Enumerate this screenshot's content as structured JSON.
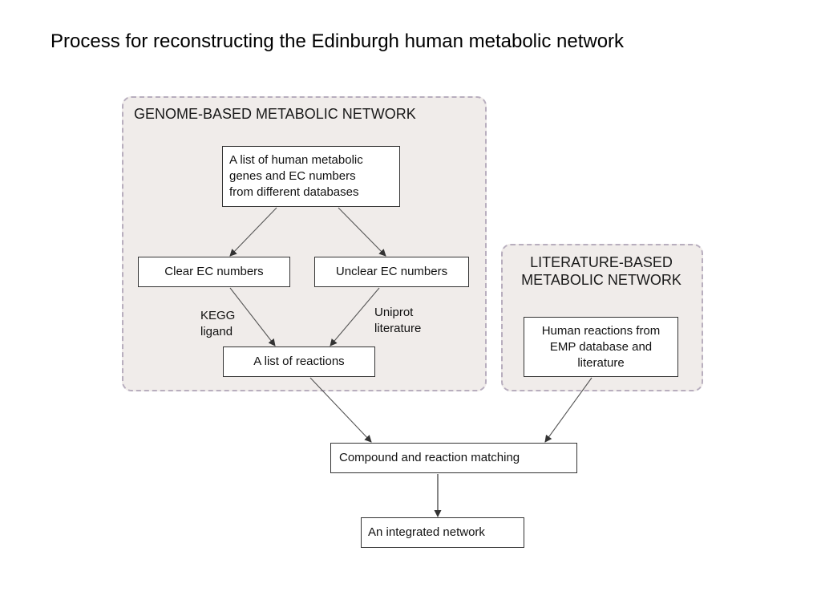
{
  "slide": {
    "title": "Process for reconstructing the Edinburgh human metabolic network"
  },
  "genome_panel": {
    "title": "GENOME-BASED METABOLIC NETWORK"
  },
  "literature_panel": {
    "title": "LITERATURE-BASED METABOLIC NETWORK"
  },
  "nodes": {
    "genes": "A list of human metabolic genes and EC numbers from different databases",
    "clear_ec": "Clear EC numbers",
    "unclear_ec": "Unclear EC numbers",
    "reactions": "A list of reactions",
    "human_reactions": "Human reactions from EMP database and literature",
    "matching": "Compound and reaction matching",
    "integrated": "An integrated network"
  },
  "edge_labels": {
    "kegg": "KEGG ligand",
    "uniprot": "Uniprot literature"
  },
  "colors": {
    "panel_fill": "#f0ecea",
    "panel_border": "#b8aebe",
    "box_border": "#333333"
  }
}
